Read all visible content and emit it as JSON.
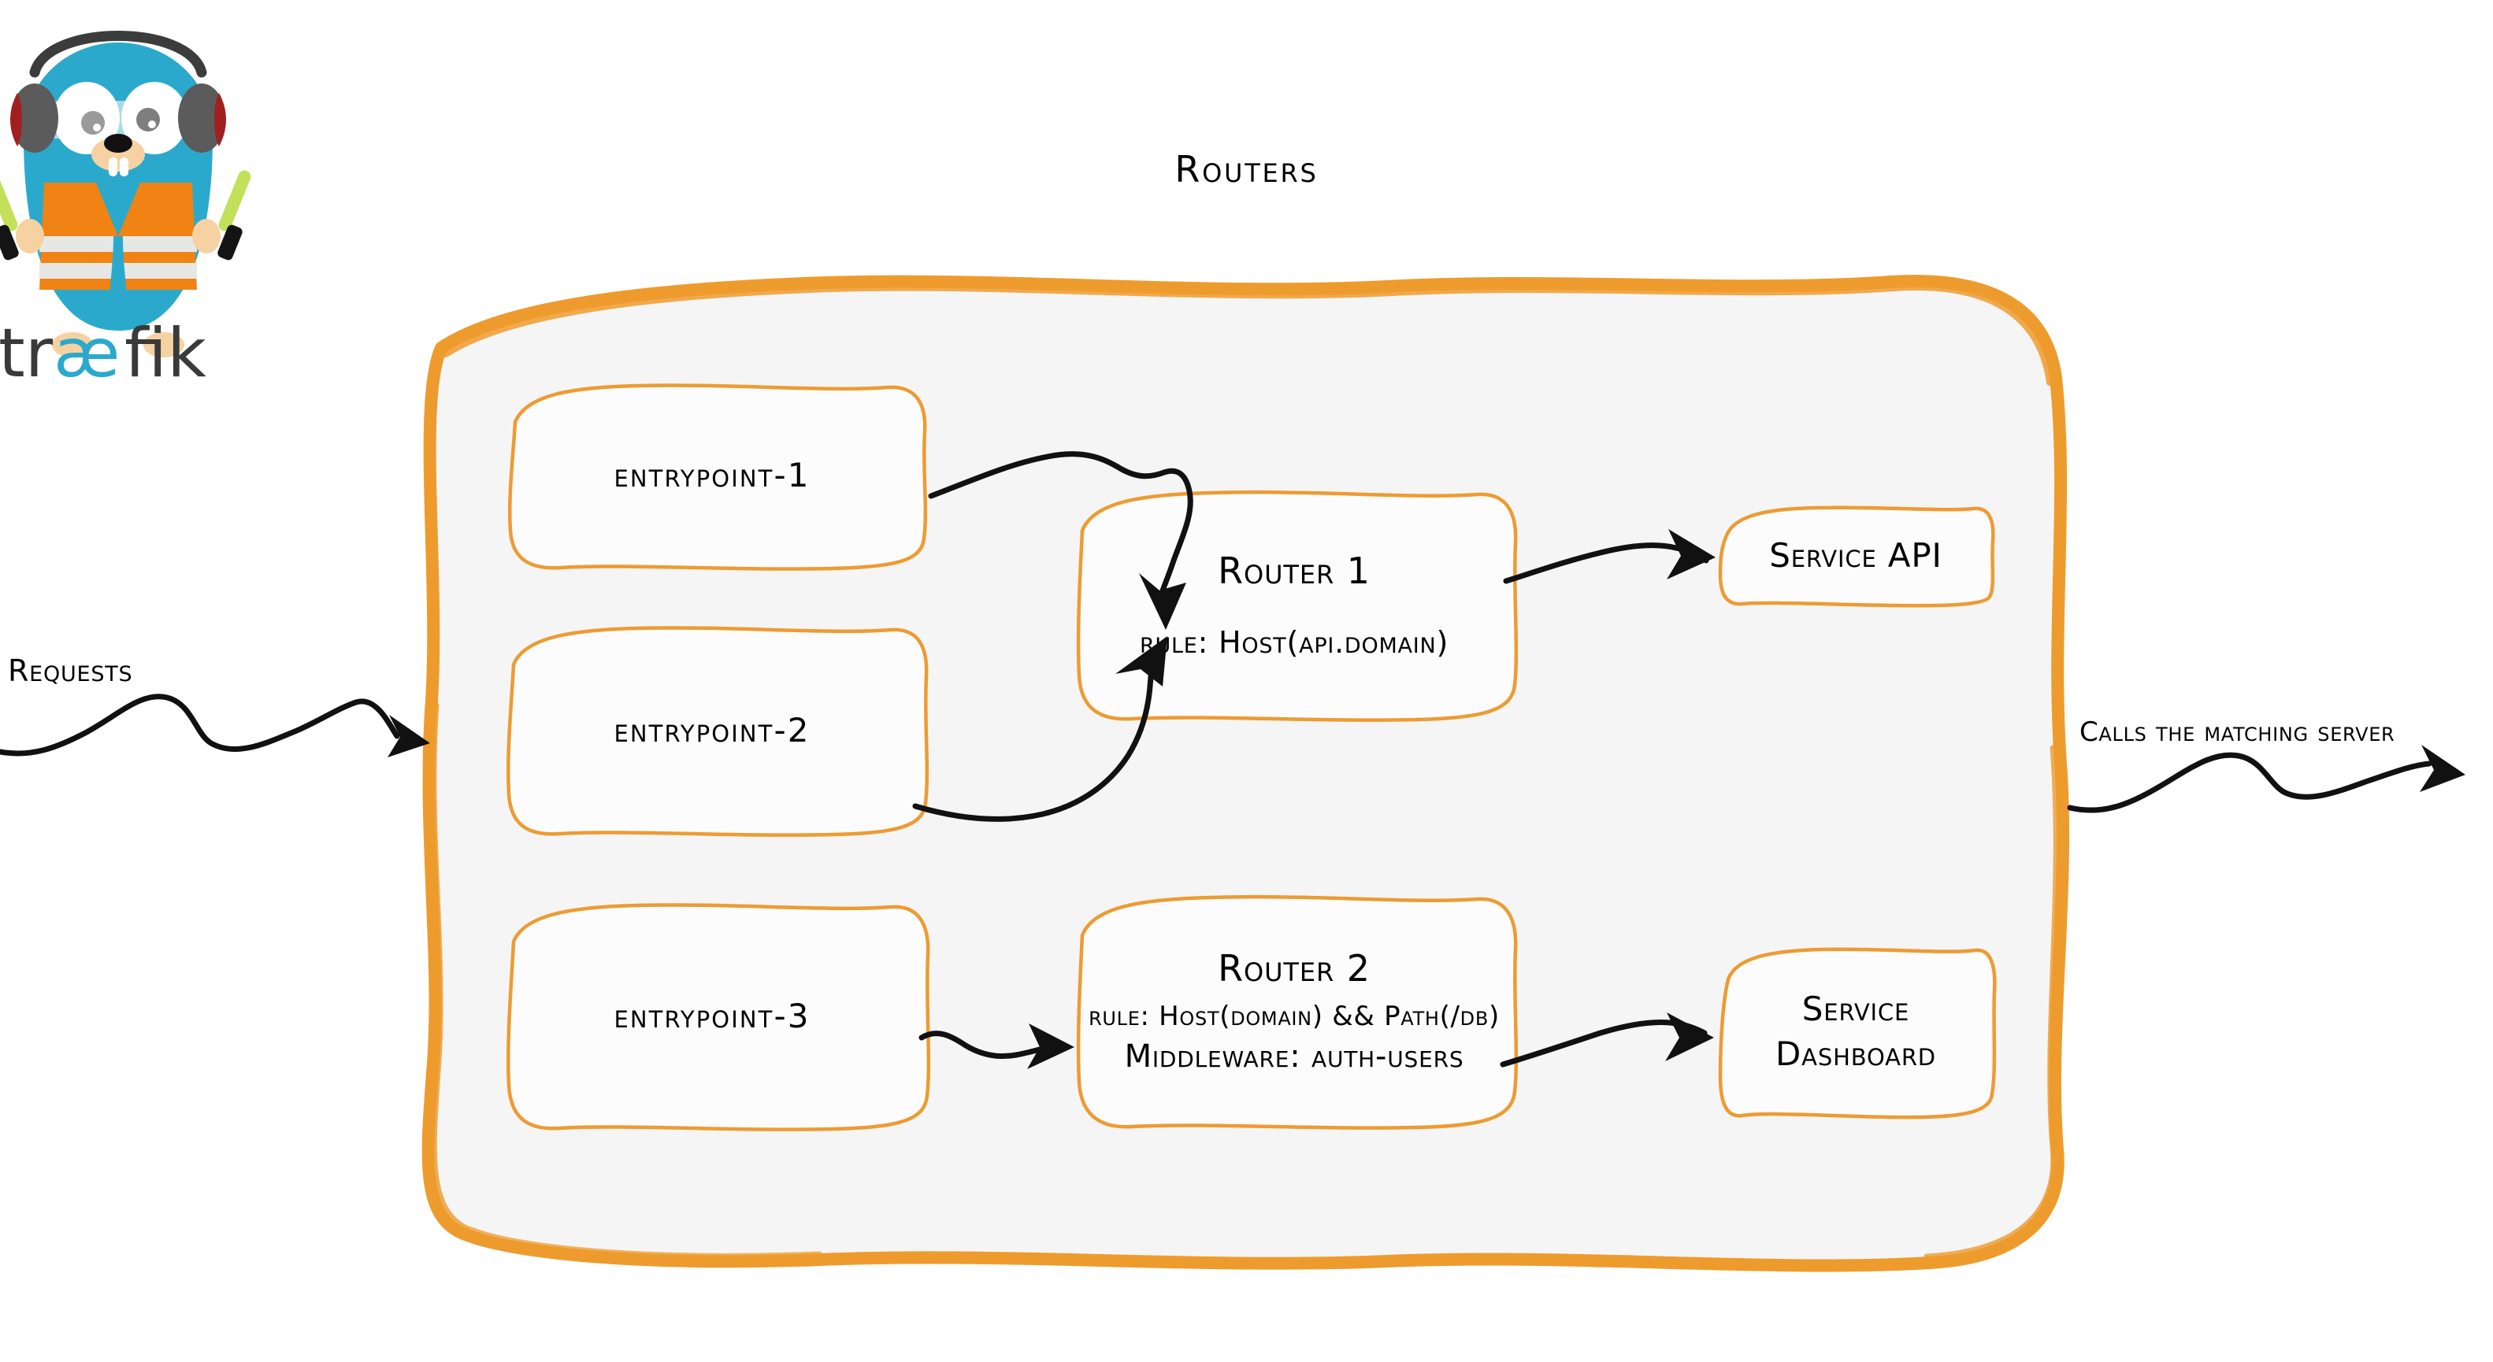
{
  "title": "Routers",
  "entrypoints": [
    {
      "label": "entrypoint-1"
    },
    {
      "label": "entrypoint-2"
    },
    {
      "label": "entrypoint-3"
    }
  ],
  "routers": [
    {
      "title": "Router 1",
      "rule": "rule: Host(api.domain)"
    },
    {
      "title": "Router 2",
      "rule": "rule: Host(domain) && Path(/db)",
      "middleware": "Middleware: auth-users"
    }
  ],
  "services": [
    {
      "line1": "Service API",
      "line2": ""
    },
    {
      "line1": "Service",
      "line2": "Dashboard"
    }
  ],
  "captions": {
    "requests": "Requests",
    "calls": "Calls the matching server"
  },
  "brand": {
    "wordmark_left": "tr",
    "wordmark_mid": "æ",
    "wordmark_right": "fik"
  },
  "colors": {
    "accent_orange": "#EE9B2E",
    "box_orange": "#ED9B33",
    "frame_fill": "#F5F5F5",
    "box_fill": "#FCFCFC",
    "ink": "#000000",
    "gopher_cyan": "#2BA9CC",
    "gopher_vest": "#F08313",
    "gopher_stripe": "#E7E8E6",
    "gopher_skin": "#F6D2A2",
    "gopher_ear": "#5B5B5B",
    "gopher_ear_red": "#A02020",
    "gopher_wand": "#C2E05A",
    "logo_dark": "#3A3A3A",
    "logo_cyan": "#2BA9CC"
  }
}
